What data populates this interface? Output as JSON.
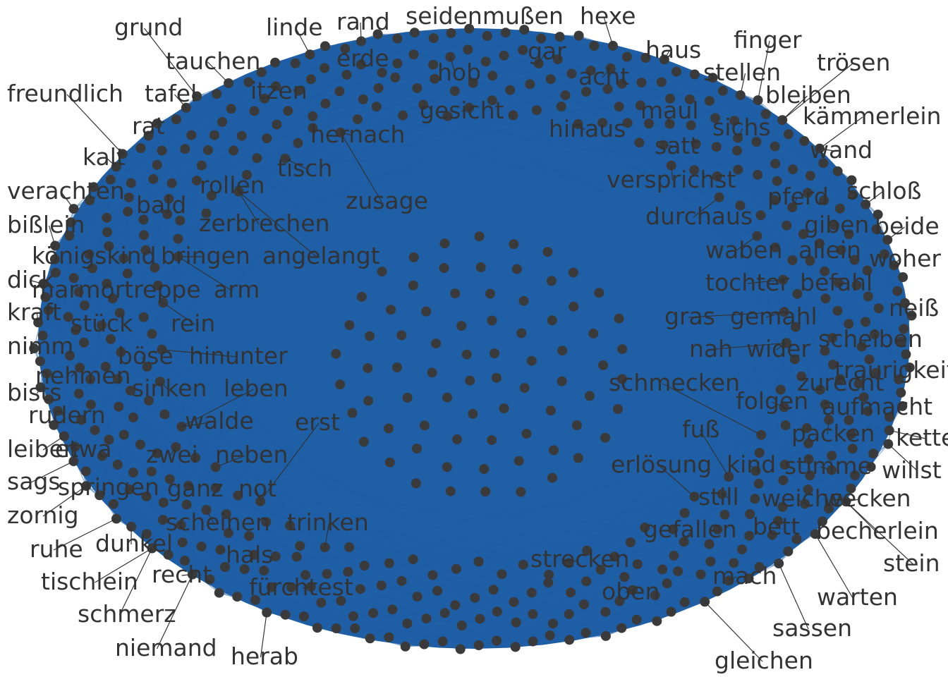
{
  "colors": {
    "edge": "#1f5fa6",
    "node": "#3a3a3a",
    "label": "#333333",
    "background": "#ffffff"
  },
  "labels": [
    "rand",
    "seidenmußen",
    "hexe",
    "linde",
    "grund",
    "erde",
    "gar",
    "haus",
    "finger",
    "tauchen",
    "hob",
    "acht",
    "stellen",
    "trösen",
    "freundlich",
    "tafel",
    "itzen",
    "gesicht",
    "maul",
    "bleiben",
    "rat",
    "hernach",
    "hinaus",
    "sichs",
    "kämmerlein",
    "kalt",
    "satt",
    "wand",
    "tisch",
    "versprichst",
    "verachten",
    "rollen",
    "pferd",
    "schloß",
    "zusage",
    "bald",
    "durchaus",
    "bißlein",
    "zerbrechen",
    "giben",
    "beide",
    "königskind",
    "bringen",
    "angelangt",
    "waben",
    "allein",
    "woher",
    "dick",
    "marmortreppe",
    "arm",
    "tochter",
    "befahl",
    "kraft",
    "gras",
    "gemahl",
    "neiß",
    "stück",
    "rein",
    "nimm",
    "nah",
    "wider",
    "scheiben",
    "böse",
    "hinunter",
    "nehmen",
    "traurigkeit",
    "bists",
    "sinken",
    "leben",
    "schmecken",
    "zurecht",
    "rudern",
    "folgen",
    "aufmacht",
    "walde",
    "erst",
    "fuß",
    "leiben",
    "etwa",
    "packen",
    "kette",
    "zwei",
    "neben",
    "erlösung",
    "kind",
    "stimme",
    "willst",
    "sags",
    "springen",
    "ganz",
    "not",
    "still",
    "weiche",
    "wecken",
    "zornig",
    "scheinen",
    "trinken",
    "bett",
    "becherlein",
    "ruhe",
    "dunkel",
    "gefallen",
    "hals",
    "strecken",
    "stein",
    "tischlein",
    "recht",
    "mach",
    "fürchtest",
    "oben",
    "warten",
    "schmerz",
    "sassen",
    "niemand",
    "herab",
    "gleichen"
  ]
}
